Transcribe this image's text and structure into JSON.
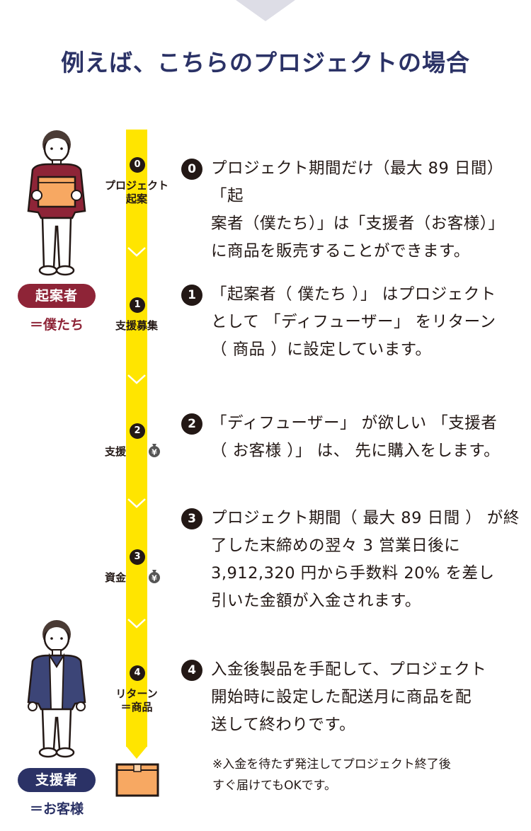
{
  "headline": "例えば、こちらのプロジェクトの場合",
  "colors": {
    "bar": "#ffe500",
    "title": "#2b3266",
    "creator": "#8e2437",
    "supporter": "#2b3266",
    "box": "#f7a862"
  },
  "steps": [
    {
      "num": "0",
      "label1": "プロジェクト",
      "label2": "起案"
    },
    {
      "num": "1",
      "label1": "支援募集",
      "label2": ""
    },
    {
      "num": "2",
      "label1": "支援",
      "label2": ""
    },
    {
      "num": "3",
      "label1": "資金",
      "label2": ""
    },
    {
      "num": "4",
      "label1": "リターン",
      "label2": "＝商品"
    }
  ],
  "coin_symbol": "¥",
  "descriptions": [
    {
      "num": "0",
      "lines": [
        "プロジェクト期間だけ（最大 89 日間）「起",
        "案者（僕たち）」は「支援者（お客様）」",
        "に商品を販売することができます。"
      ]
    },
    {
      "num": "1",
      "lines": [
        "「起案者（ 僕たち ）」 はプロジェクト",
        "として 「ディフューザー」 をリターン",
        "（ 商品 ）に設定しています。"
      ]
    },
    {
      "num": "2",
      "lines": [
        "「ディフューザー」 が欲しい 「支援者",
        "（ お客様 ）」 は、 先に購入をします。"
      ]
    },
    {
      "num": "3",
      "lines": [
        "プロジェクト期間（ 最大 89 日間 ） が終",
        "了した末締めの翌々 3 営業日後に",
        "3,912,320 円から手数料 20% を差し",
        "引いた金額が入金されます。"
      ]
    },
    {
      "num": "4",
      "lines": [
        "入金後製品を手配して、プロジェクト",
        "開始時に設定した配送月に商品を配",
        "送して終わりです。"
      ]
    }
  ],
  "note_lines": [
    "※入金を待たず発注してプロジェクト終了後",
    "すぐ届けてもOKです。"
  ],
  "creator": {
    "badge": "起案者",
    "sub": "＝僕たち"
  },
  "supporter": {
    "badge": "支援者",
    "sub": "＝お客様"
  }
}
